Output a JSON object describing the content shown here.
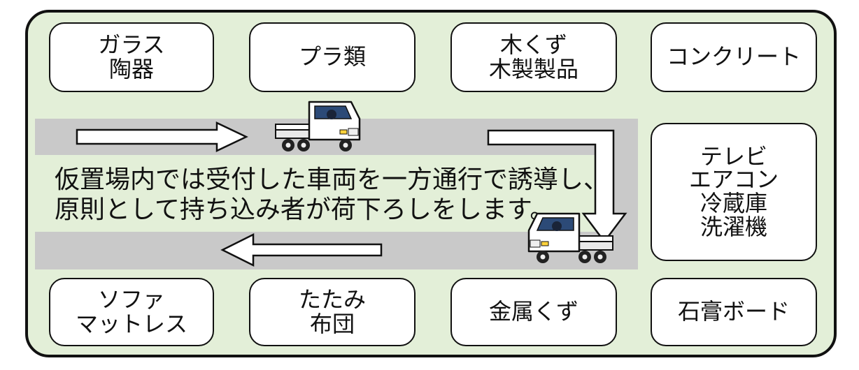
{
  "colors": {
    "panel": "#e3efd8",
    "road": "#c9c9c9",
    "border": "#111111",
    "box": "#ffffff"
  },
  "top_row": [
    {
      "lines": [
        "ガラス",
        "陶器"
      ]
    },
    {
      "lines": [
        "プラ類"
      ]
    },
    {
      "lines": [
        "木くず",
        "木製製品"
      ]
    },
    {
      "lines": [
        "コンクリート"
      ]
    }
  ],
  "right_box": {
    "lines": [
      "テレビ",
      "エアコン",
      "冷蔵庫",
      "洗濯機"
    ]
  },
  "bottom_row": [
    {
      "lines": [
        "ソファ",
        "マットレス"
      ]
    },
    {
      "lines": [
        "たたみ",
        "布団"
      ]
    },
    {
      "lines": [
        "金属くず"
      ]
    },
    {
      "lines": [
        "石膏ボード"
      ]
    }
  ],
  "message": {
    "line1": "仮置場内では受付した車両を一方通行で誘導し、",
    "line2": "原則として持ち込み者が荷下ろしをします。"
  },
  "icons": [
    "truck-icon",
    "truck-icon",
    "arrow-right-icon",
    "arrow-down-icon",
    "arrow-left-icon"
  ]
}
